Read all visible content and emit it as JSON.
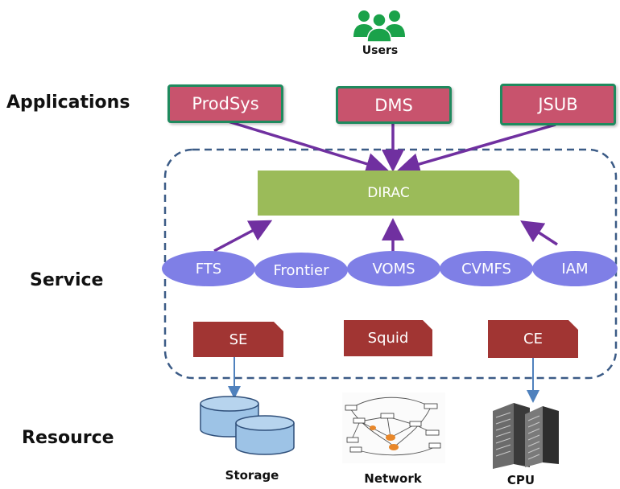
{
  "top": {
    "users_label": "Users"
  },
  "layers": {
    "applications": "Applications",
    "service": "Service",
    "resource": "Resource"
  },
  "applications": [
    "ProdSys",
    "DMS",
    "JSUB"
  ],
  "core": {
    "dirac_label": "DIRAC"
  },
  "services": [
    "FTS",
    "Frontier",
    "VOMS",
    "CVMFS",
    "IAM"
  ],
  "resource_services": [
    "SE",
    "Squid",
    "CE"
  ],
  "resources": [
    "Storage",
    "Network",
    "CPU"
  ],
  "colors": {
    "users_icon": "#1aa24a",
    "app_fill": "#c8536d",
    "app_border": "#1f8a5e",
    "arrow": "#7030a0",
    "dirac": "#9bbb59",
    "service": "#7f7fe6",
    "resource_service": "#a13533",
    "dashed_border": "#3b5b86",
    "resource_arrow": "#4f81bd"
  },
  "icons": [
    "users-icon",
    "storage-icon",
    "network-graph-icon",
    "server-rack-icon"
  ]
}
